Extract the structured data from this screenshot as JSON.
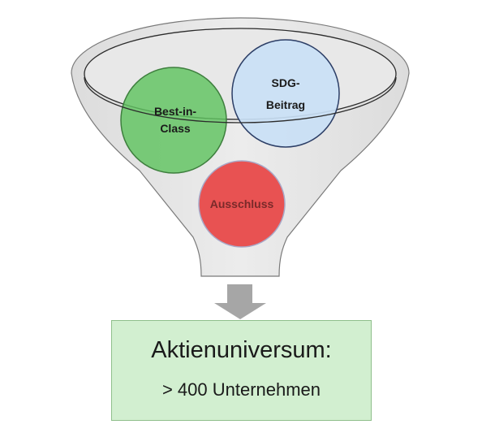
{
  "funnel": {
    "circles": {
      "best_in_class": {
        "line1": "Best-in-",
        "line2": "Class",
        "color": "#5fc35f"
      },
      "sdg_beitrag": {
        "line1": "SDG-",
        "line2": "Beitrag",
        "color": "#c9dff5"
      },
      "ausschluss": {
        "label": "Ausschluss",
        "color": "#e85252"
      }
    },
    "body_color": "#e6e6e6",
    "arrow_color": "#a6a6a6"
  },
  "result": {
    "title": "Aktienuniversum:",
    "subtitle": "> 400 Unternehmen",
    "background": "#d2efd0"
  }
}
